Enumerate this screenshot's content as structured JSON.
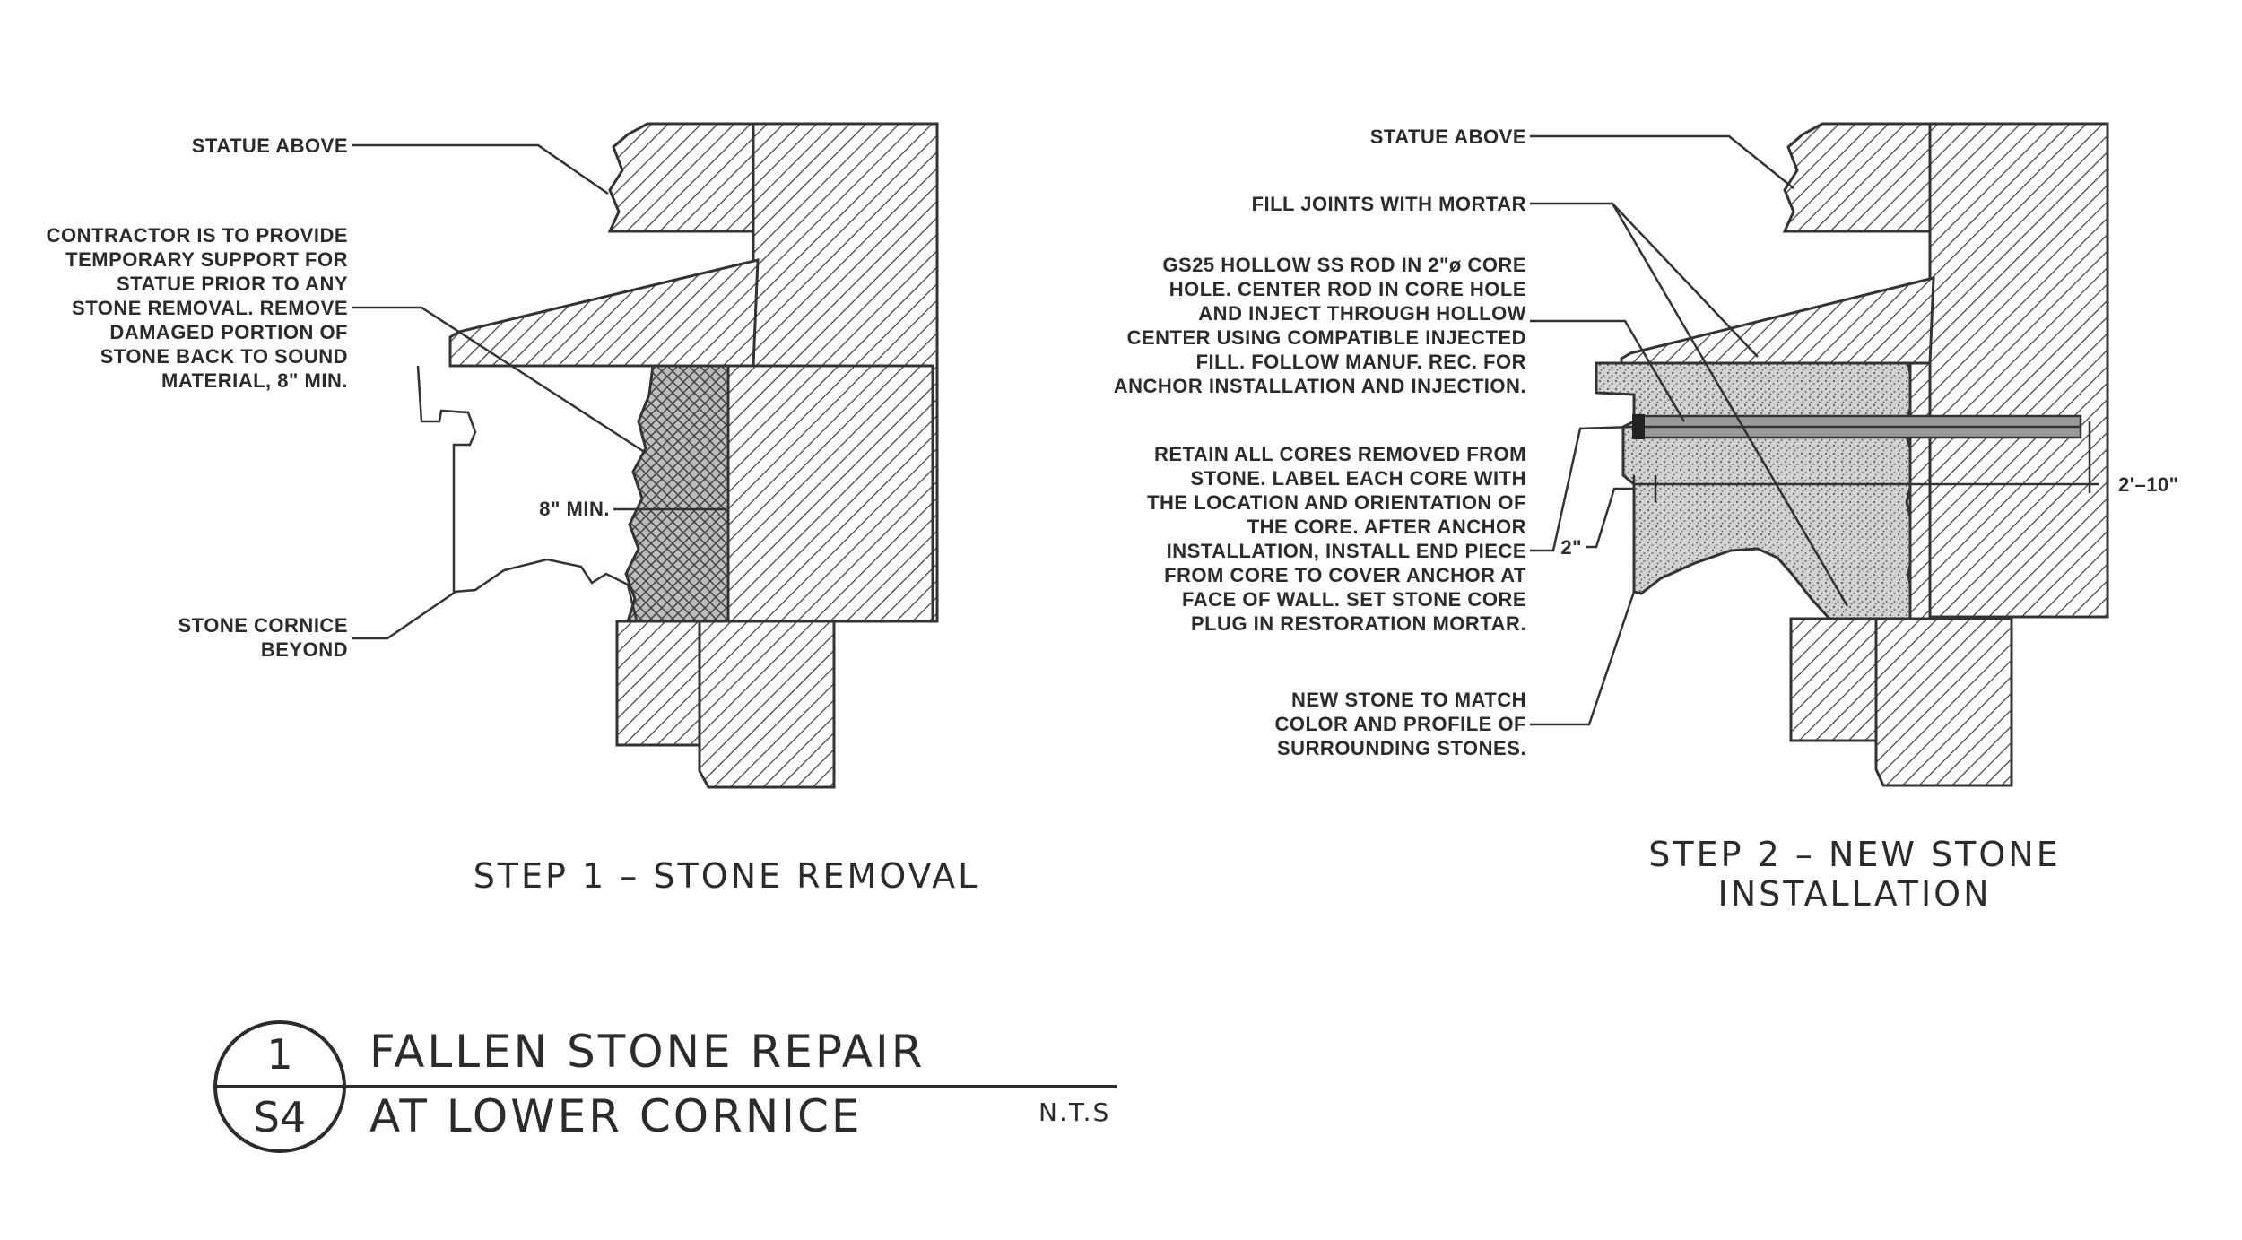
{
  "step1": {
    "caption": "STEP 1 – STONE REMOVAL",
    "notes": {
      "statue_above": "STATUE ABOVE",
      "contractor": [
        "CONTRACTOR IS TO PROVIDE",
        "TEMPORARY SUPPORT FOR",
        "STATUE PRIOR TO ANY",
        "STONE REMOVAL. REMOVE",
        "DAMAGED PORTION OF",
        "STONE BACK TO SOUND",
        "MATERIAL, 8\" MIN."
      ],
      "min_dim": "8\" MIN.",
      "cornice": [
        "STONE CORNICE",
        "BEYOND"
      ]
    }
  },
  "step2": {
    "caption": [
      "STEP 2 – NEW STONE",
      "INSTALLATION"
    ],
    "notes": {
      "statue_above": "STATUE ABOVE",
      "fill_joints": "FILL JOINTS WITH MORTAR",
      "rod": [
        "GS25 HOLLOW SS ROD IN 2\"ø CORE",
        "HOLE. CENTER ROD IN CORE HOLE",
        "AND INJECT THROUGH HOLLOW",
        "CENTER USING COMPATIBLE INJECTED",
        "FILL. FOLLOW MANUF. REC. FOR",
        "ANCHOR INSTALLATION AND INJECTION."
      ],
      "retain": [
        "RETAIN ALL CORES REMOVED FROM",
        "STONE. LABEL EACH CORE WITH",
        "THE LOCATION AND ORIENTATION OF",
        "THE CORE. AFTER ANCHOR",
        "INSTALLATION, INSTALL END PIECE",
        "FROM CORE TO COVER ANCHOR AT",
        "FACE OF WALL. SET STONE CORE",
        "PLUG IN RESTORATION MORTAR."
      ],
      "dim_2in": "2\"",
      "dim_length": "2'–10\"",
      "new_stone": [
        "NEW STONE TO MATCH",
        "COLOR AND PROFILE OF",
        "SURROUNDING STONES."
      ]
    }
  },
  "title_block": {
    "detail_number": "1",
    "sheet": "S4",
    "title_line1": "FALLEN STONE REPAIR",
    "title_line2": "AT LOWER CORNICE",
    "scale": "N.T.S"
  }
}
